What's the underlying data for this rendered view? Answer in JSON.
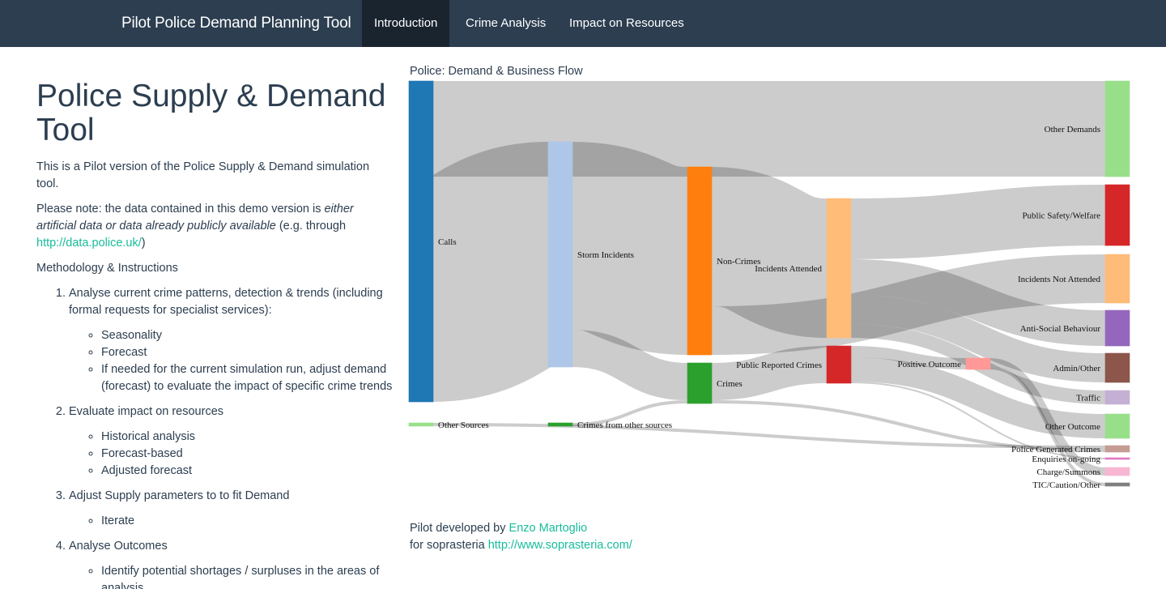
{
  "navbar": {
    "brand": "Pilot Police Demand Planning Tool",
    "tabs": [
      {
        "label": "Introduction",
        "active": true
      },
      {
        "label": "Crime Analysis",
        "active": false
      },
      {
        "label": "Impact on Resources",
        "active": false
      }
    ]
  },
  "intro": {
    "title": "Police Supply & Demand Tool",
    "para1": "This is a Pilot version of the Police Supply & Demand simulation tool.",
    "para2_prefix": "Please note: the data contained in this demo version is ",
    "para2_emphasis": "either artificial data or data already publicly available",
    "para2_suffix": " (e.g. through ",
    "para2_link": "http://data.police.uk/",
    "para2_end": ")",
    "methodology_heading": "Methodology & Instructions",
    "steps": [
      {
        "label": "Analyse current crime patterns, detection & trends (including formal requests for specialist services):",
        "sub": [
          "Seasonality",
          "Forecast",
          "If needed for the current simulation run, adjust demand (forecast) to evaluate the impact of specific crime trends"
        ]
      },
      {
        "label": "Evaluate impact on resources",
        "sub": [
          "Historical analysis",
          "Forecast-based",
          "Adjusted forecast"
        ]
      },
      {
        "label": "Adjust Supply parameters to to fit Demand",
        "sub": [
          "Iterate"
        ]
      },
      {
        "label": "Analyse Outcomes",
        "sub": [
          "Identify potential shortages / surpluses in the areas of analysis"
        ]
      }
    ]
  },
  "chart": {
    "title": "Police: Demand & Business Flow",
    "colors": {
      "calls": "#1f77b4",
      "storm": "#aec7e8",
      "noncrimes": "#ff7f0e",
      "crimes": "#2ca02c",
      "other_sources": "#98df8a",
      "crimes_other": "#2ca02c",
      "incidents_attended": "#ffbb78",
      "public_reported": "#d62728",
      "positive_outcome": "#ff9896",
      "other_demands": "#98df8a",
      "public_safety": "#d62728",
      "incidents_not_attended": "#ffbb78",
      "asb": "#9467bd",
      "admin": "#8c564b",
      "traffic": "#c5b0d5",
      "other_outcome": "#98df8a",
      "police_generated": "#c49c94",
      "enquiries": "#e377c2",
      "charge": "#f7b6d2",
      "tic": "#7f7f7f"
    }
  },
  "chart_data": {
    "type": "sankey",
    "title": "Police: Demand & Business Flow",
    "nodes": [
      {
        "id": "calls",
        "name": "Calls"
      },
      {
        "id": "other_sources",
        "name": "Other Sources"
      },
      {
        "id": "storm",
        "name": "Storm Incidents"
      },
      {
        "id": "crimes_other",
        "name": "Crimes from other sources"
      },
      {
        "id": "noncrimes",
        "name": "Non-Crimes"
      },
      {
        "id": "crimes",
        "name": "Crimes"
      },
      {
        "id": "incidents_attended",
        "name": "Incidents Attended"
      },
      {
        "id": "public_reported",
        "name": "Public Reported Crimes"
      },
      {
        "id": "positive_outcome",
        "name": "Positive Outcome"
      },
      {
        "id": "other_demands",
        "name": "Other Demands"
      },
      {
        "id": "public_safety",
        "name": "Public Safety/Welfare"
      },
      {
        "id": "incidents_not_attended",
        "name": "Incidents Not Attended"
      },
      {
        "id": "asb",
        "name": "Anti-Social Behaviour"
      },
      {
        "id": "admin",
        "name": "Admin/Other"
      },
      {
        "id": "traffic",
        "name": "Traffic"
      },
      {
        "id": "other_outcome",
        "name": "Other Outcome"
      },
      {
        "id": "police_generated",
        "name": "Police Generated Crimes"
      },
      {
        "id": "enquiries",
        "name": "Enquiries on-going"
      },
      {
        "id": "charge",
        "name": "Charge/Summons"
      },
      {
        "id": "tic",
        "name": "TIC/Caution/Other"
      }
    ],
    "links": [
      {
        "source": "calls",
        "target": "other_demands",
        "value": 118
      },
      {
        "source": "calls",
        "target": "storm",
        "value": 278
      },
      {
        "source": "other_sources",
        "target": "police_generated",
        "value": 4
      },
      {
        "source": "storm",
        "target": "noncrimes",
        "value": 232
      },
      {
        "source": "storm",
        "target": "crimes",
        "value": 46
      },
      {
        "source": "crimes_other",
        "target": "crimes",
        "value": 4
      },
      {
        "source": "noncrimes",
        "target": "incidents_attended",
        "value": 172
      },
      {
        "source": "noncrimes",
        "target": "incidents_not_attended",
        "value": 60
      },
      {
        "source": "crimes",
        "target": "public_reported",
        "value": 46
      },
      {
        "source": "crimes",
        "target": "police_generated",
        "value": 4
      },
      {
        "source": "incidents_attended",
        "target": "public_safety",
        "value": 75
      },
      {
        "source": "incidents_attended",
        "target": "asb",
        "value": 44
      },
      {
        "source": "incidents_attended",
        "target": "admin",
        "value": 36
      },
      {
        "source": "incidents_attended",
        "target": "traffic",
        "value": 17
      },
      {
        "source": "public_reported",
        "target": "positive_outcome",
        "value": 14
      },
      {
        "source": "public_reported",
        "target": "other_outcome",
        "value": 30
      },
      {
        "source": "public_reported",
        "target": "enquiries",
        "value": 2
      },
      {
        "source": "positive_outcome",
        "target": "charge",
        "value": 10
      },
      {
        "source": "positive_outcome",
        "target": "tic",
        "value": 4
      }
    ]
  },
  "footer": {
    "line1_prefix": "Pilot developed by ",
    "author": "Enzo Martoglio",
    "line2_prefix": "for soprasteria ",
    "link": "http://www.soprasteria.com/"
  }
}
